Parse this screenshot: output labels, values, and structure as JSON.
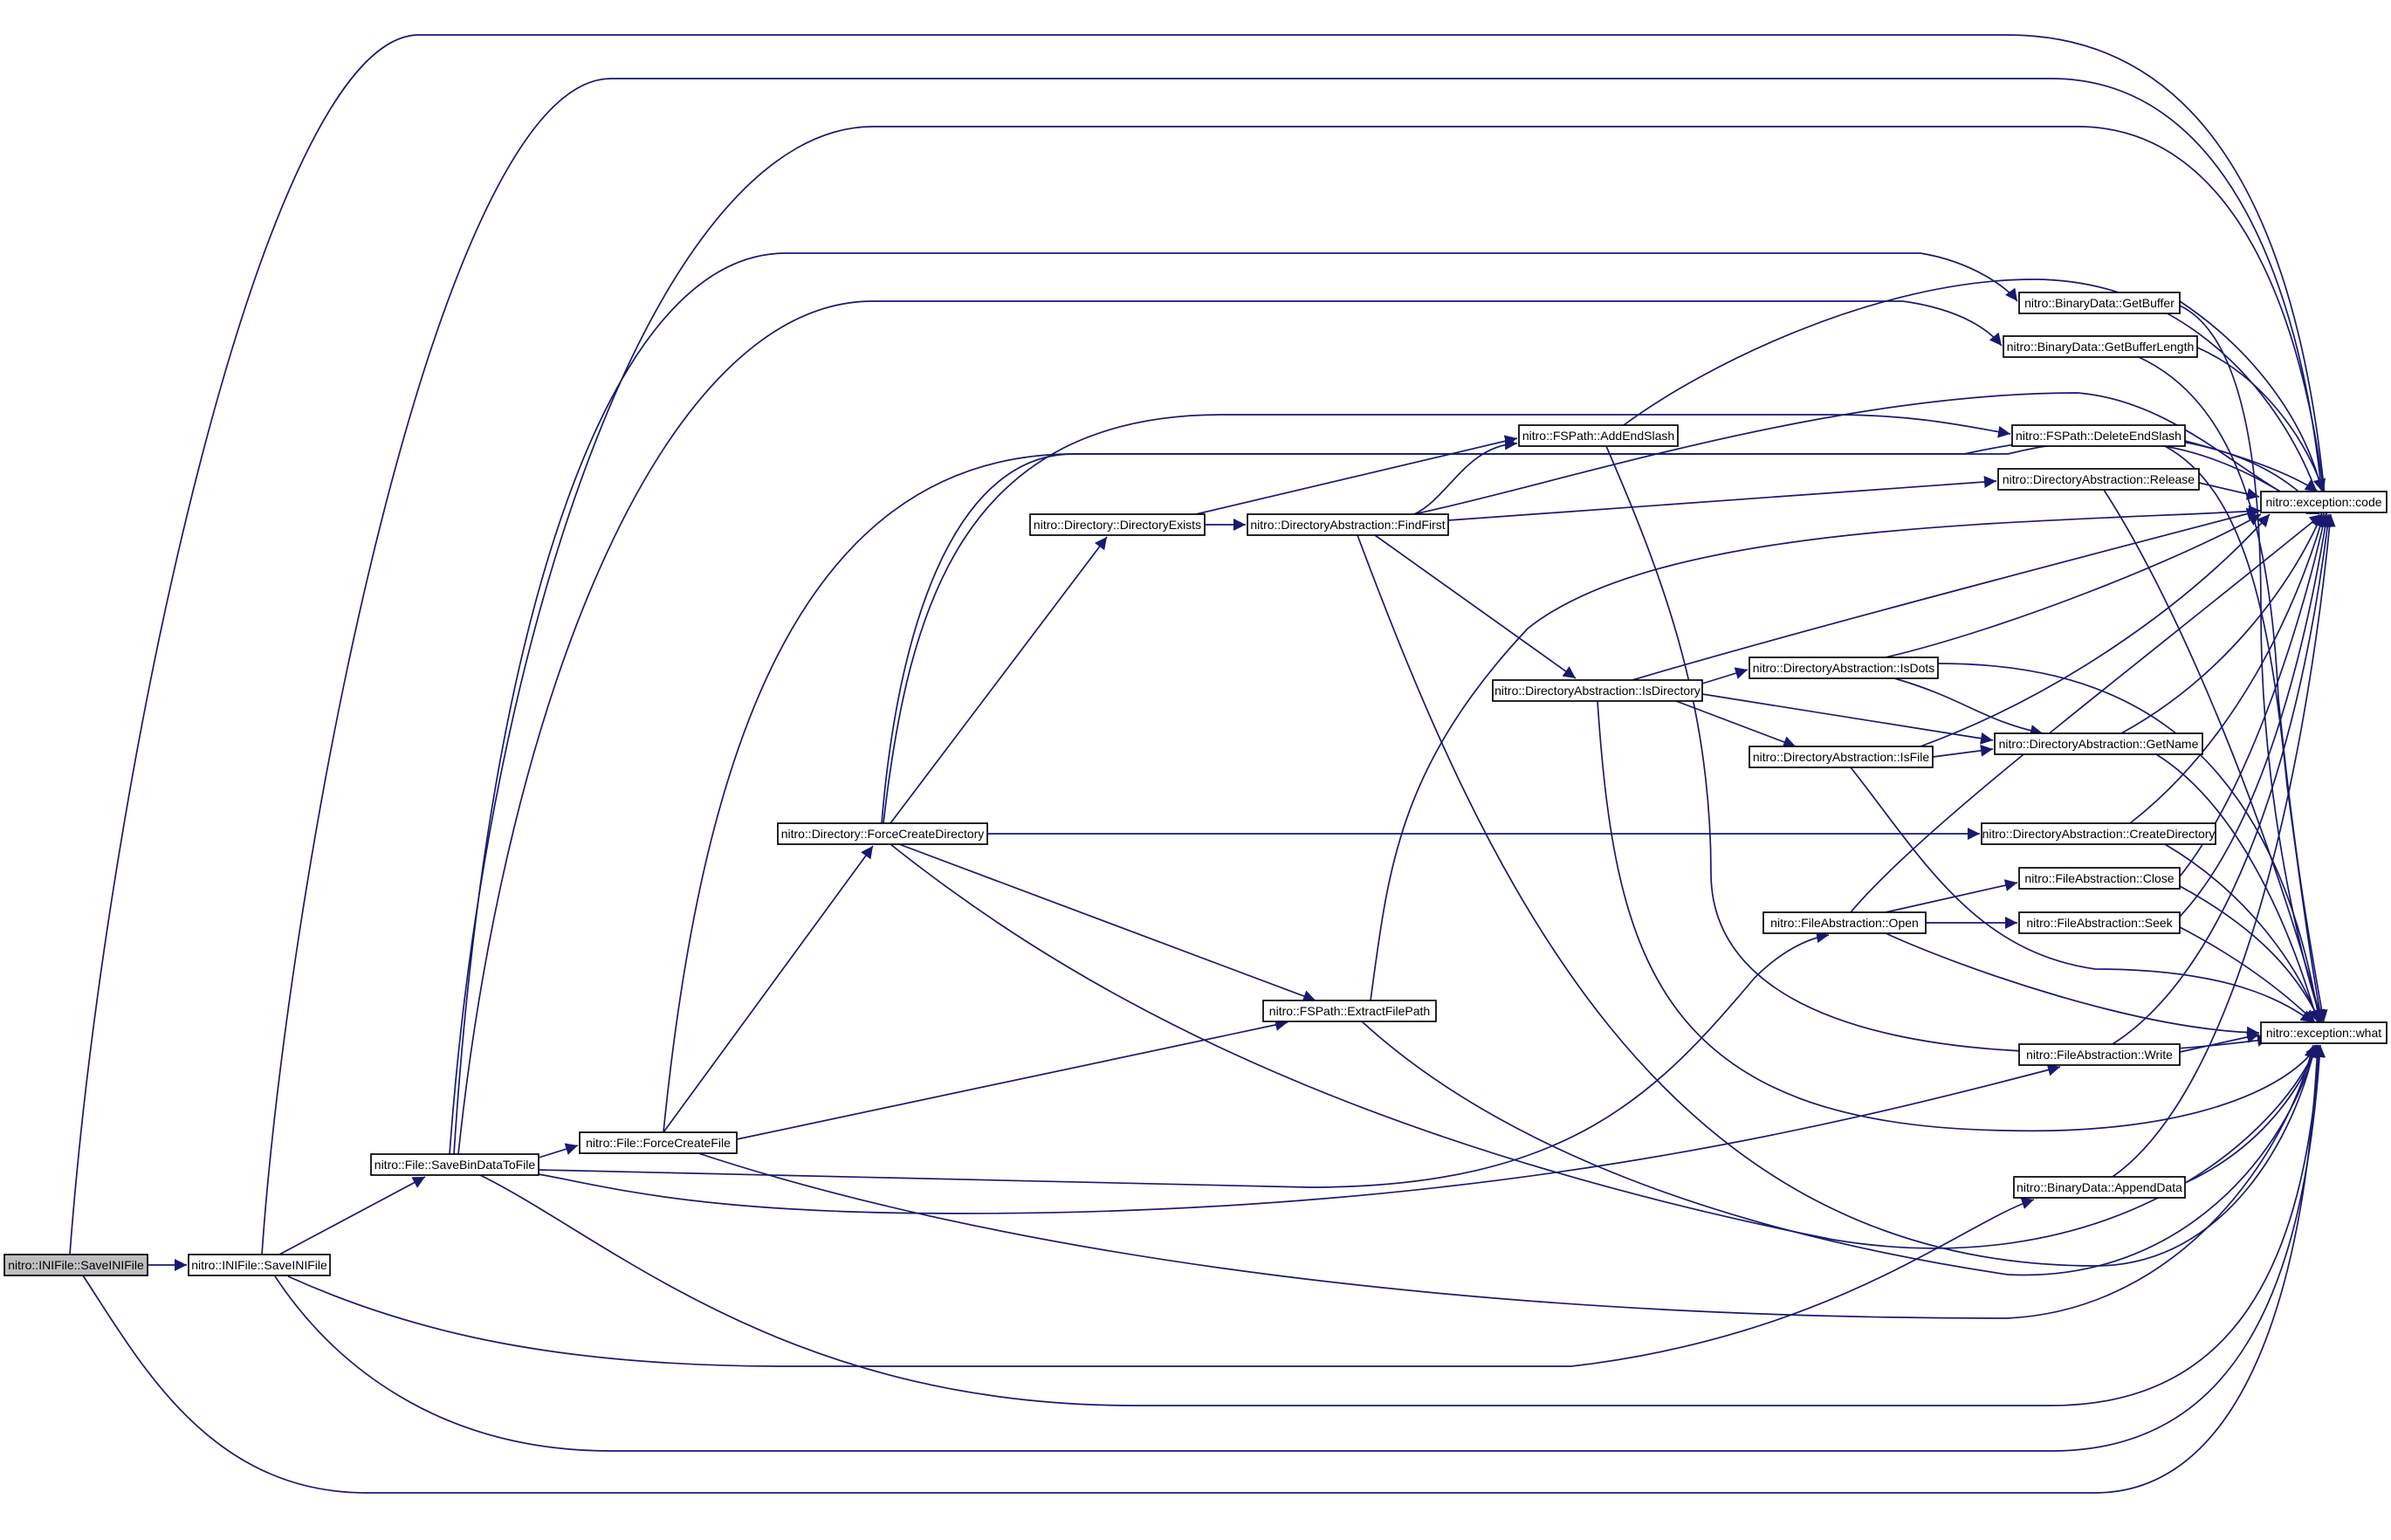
{
  "nodes": {
    "saveIniRoot": "nitro::INIFile::SaveINIFile",
    "saveIni": "nitro::INIFile::SaveINIFile",
    "saveBin": "nitro::File::SaveBinDataToFile",
    "forceFile": "nitro::File::ForceCreateFile",
    "forceDir": "nitro::Directory::ForceCreateDirectory",
    "dirExists": "nitro::Directory::DirectoryExists",
    "findFirst": "nitro::DirectoryAbstraction::FindFirst",
    "addEnd": "nitro::FSPath::AddEndSlash",
    "extract": "nitro::FSPath::ExtractFilePath",
    "isDir": "nitro::DirectoryAbstraction::IsDirectory",
    "isDots": "nitro::DirectoryAbstraction::IsDots",
    "isFile": "nitro::DirectoryAbstraction::IsFile",
    "open": "nitro::FileAbstraction::Open",
    "getBuf": "nitro::BinaryData::GetBuffer",
    "getBufLen": "nitro::BinaryData::GetBufferLength",
    "delEnd": "nitro::FSPath::DeleteEndSlash",
    "release": "nitro::DirectoryAbstraction::Release",
    "getName": "nitro::DirectoryAbstraction::GetName",
    "createDir": "nitro::DirectoryAbstraction::CreateDirectory",
    "close": "nitro::FileAbstraction::Close",
    "seek": "nitro::FileAbstraction::Seek",
    "write": "nitro::FileAbstraction::Write",
    "append": "nitro::BinaryData::AppendData",
    "code": "nitro::exception::code",
    "what": "nitro::exception::what"
  },
  "colors": {
    "edge": "#191970",
    "root_fill": "#bfbfbf",
    "node_fill": "#ffffff",
    "node_border": "#000000"
  }
}
